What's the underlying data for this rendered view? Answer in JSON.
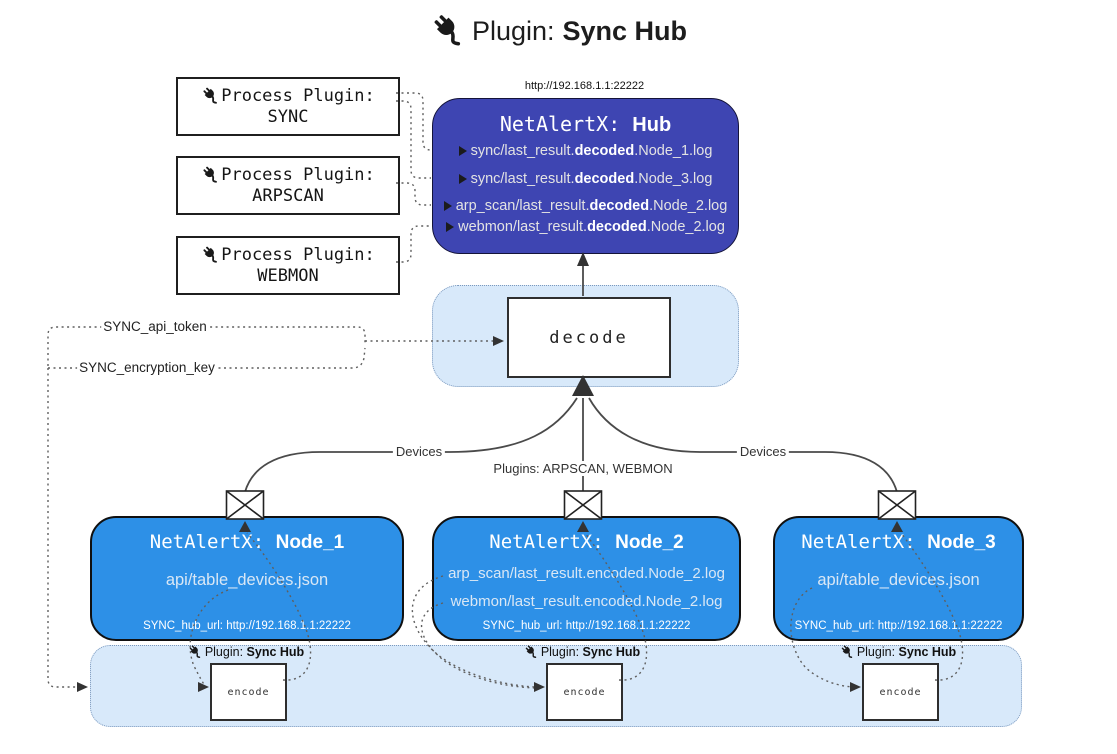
{
  "title": {
    "prefix": "Plugin: ",
    "bold": "Sync Hub"
  },
  "process_plugins": [
    {
      "label": "Process Plugin:",
      "name": "SYNC"
    },
    {
      "label": "Process Plugin:",
      "name": "ARPSCAN"
    },
    {
      "label": "Process Plugin:",
      "name": "WEBMON"
    }
  ],
  "hub": {
    "url": "http://192.168.1.1:22222",
    "title_prefix": "NetAlertX: ",
    "title_bold": "Hub",
    "lines": [
      {
        "pre": "sync/last_result.",
        "bold": "decoded",
        "post": ".Node_1.log"
      },
      {
        "pre": "sync/last_result.",
        "bold": "decoded",
        "post": ".Node_3.log"
      },
      {
        "pre": "arp_scan/last_result.",
        "bold": "decoded",
        "post": ".Node_2.log"
      },
      {
        "pre": "webmon/last_result.",
        "bold": "decoded",
        "post": ".Node_2.log"
      }
    ]
  },
  "decode_box": {
    "label": "decode"
  },
  "config": {
    "api_token_label": "SYNC_api_token",
    "encryption_key_label": "SYNC_encryption_key"
  },
  "edge_labels": {
    "devices_left": "Devices",
    "plugins_middle": "Plugins: ARPSCAN, WEBMON",
    "devices_right": "Devices"
  },
  "nodes": [
    {
      "title_prefix": "NetAlertX: ",
      "title_bold": "Node_1",
      "files": [
        "api/table_devices.json"
      ],
      "hub_url": "SYNC_hub_url: http://192.168.1.1:22222"
    },
    {
      "title_prefix": "NetAlertX: ",
      "title_bold": "Node_2",
      "files": [
        "arp_scan/last_result.encoded.Node_2.log",
        "webmon/last_result.encoded.Node_2.log"
      ],
      "hub_url": "SYNC_hub_url: http://192.168.1.1:22222"
    },
    {
      "title_prefix": "NetAlertX: ",
      "title_bold": "Node_3",
      "files": [
        "api/table_devices.json"
      ],
      "hub_url": "SYNC_hub_url: http://192.168.1.1:22222"
    }
  ],
  "encoders": [
    {
      "plugin_prefix": "Plugin: ",
      "plugin_bold": "Sync Hub",
      "box_label": "encode"
    },
    {
      "plugin_prefix": "Plugin: ",
      "plugin_bold": "Sync Hub",
      "box_label": "encode"
    },
    {
      "plugin_prefix": "Plugin: ",
      "plugin_bold": "Sync Hub",
      "box_label": "encode"
    }
  ],
  "colors": {
    "hub_fill": "#3E45B2",
    "node_fill": "#2D90E7",
    "panel_fill": "#D8E9FA",
    "panel_border": "#7C99BD",
    "solid_edge": "#4a4a4a",
    "dotted_edge": "#5f5f5f",
    "arrow": "#333333"
  }
}
